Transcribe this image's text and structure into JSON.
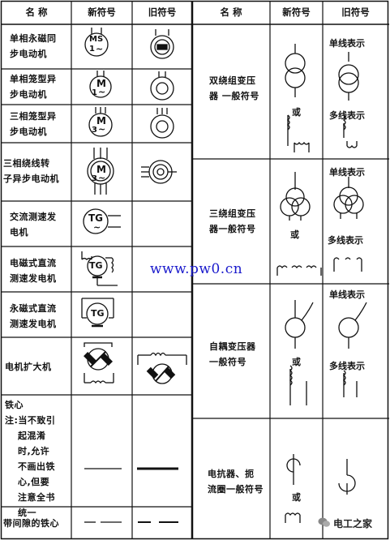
{
  "headers": {
    "name": "名  称",
    "new": "新符号",
    "old": "旧符号"
  },
  "left": {
    "r1": [
      "单相永磁同",
      "步电动机"
    ],
    "r2": [
      "单相笼型异",
      "步电动机"
    ],
    "r3": [
      "三相笼型异",
      "步电动机"
    ],
    "r4": [
      "三相绕线转",
      "子异步电动机"
    ],
    "r5": [
      "交流测速发",
      "电机"
    ],
    "r6": [
      "电磁式直流",
      "测速发电机"
    ],
    "r7": [
      "永磁式直流",
      "测速发电机"
    ],
    "r8": "电机扩大机",
    "r9": [
      "铁心",
      "注:当不致引",
      "起混淆",
      "时,允许",
      "不画出铁",
      "心,但要",
      "注意全书",
      "统一"
    ],
    "r10": "带间隙的铁心"
  },
  "right": {
    "r1": [
      "双绕组变压",
      "器  一般符号"
    ],
    "r2": [
      "三绕组变压",
      "器一般符号"
    ],
    "r3": [
      "自耦变压器",
      "一般符号"
    ],
    "r4": [
      "电抗器、扼",
      "流圈一般符号"
    ]
  },
  "symbols": {
    "ms": "MS",
    "m": "M",
    "tg": "TG",
    "one": "1",
    "three": "3",
    "tilde": "~"
  },
  "labels": {
    "or": "或",
    "single": "单线表示",
    "multi": "多线表示"
  },
  "watermark": "www.pw0.cn",
  "brand": "电工之家"
}
